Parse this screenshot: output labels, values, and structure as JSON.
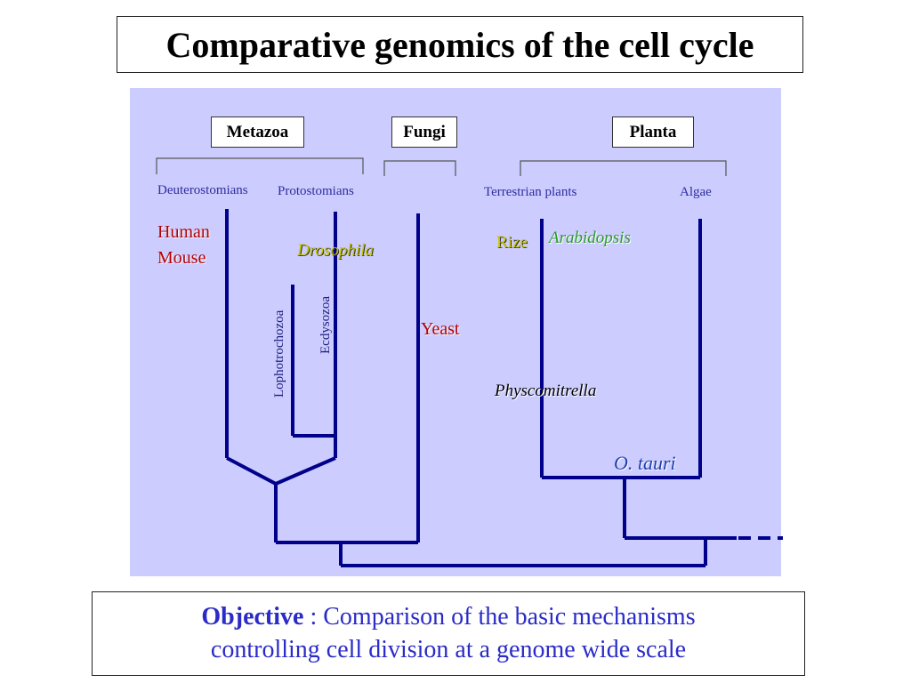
{
  "title": "Comparative genomics of the cell cycle",
  "groups": {
    "metazoa": "Metazoa",
    "fungi": "Fungi",
    "planta": "Planta"
  },
  "subgroups": {
    "deuterostomians": "Deuterostomians",
    "protostomians": "Protostomians",
    "terrestrian_plants": "Terrestrian plants",
    "algae": "Algae"
  },
  "clades": {
    "lophotrochozoa": "Lophotrochozoa",
    "ecdysozoa": "Ecdysozoa"
  },
  "species": {
    "human": "Human",
    "mouse": "Mouse",
    "drosophila": "Drosophila",
    "yeast": "Yeast",
    "rize": "Rize",
    "arabidopsis": "Arabidopsis",
    "physcomitrella": "Physcomitrella",
    "o_tauri": "O. tauri"
  },
  "objective": {
    "label": "Objective",
    "separator": " : ",
    "line1": "Comparison of the basic mechanisms",
    "line2": "controlling cell division at a genome wide scale"
  },
  "colors": {
    "panel_bg": "#ccccff",
    "tree_line": "#00008b",
    "objective_text": "#2b2bc8"
  }
}
